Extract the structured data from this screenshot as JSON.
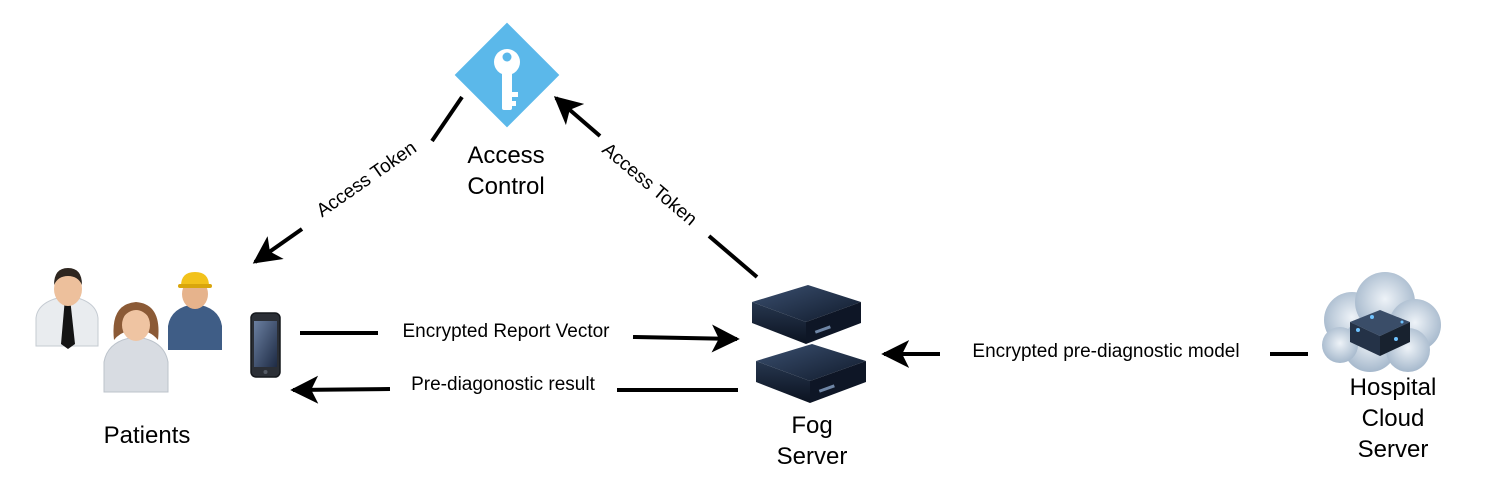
{
  "nodes": {
    "access_control": {
      "line1": "Access",
      "line2": "Control"
    },
    "patients": {
      "label": "Patients"
    },
    "fog_server": {
      "line1": "Fog",
      "line2": "Server"
    },
    "hospital_cloud": {
      "line1": "Hospital",
      "line2": "Cloud",
      "line3": "Server"
    }
  },
  "edges": {
    "token_to_patients": "Access Token",
    "token_from_fog": "Access Token",
    "report_vector": "Encrypted Report Vector",
    "result": "Pre-diagonostic result",
    "model": "Encrypted pre-diagnostic model"
  },
  "colors": {
    "access_control_diamond": "#5bb8ea",
    "server_dark": "#1c2a40",
    "arrow": "#000000"
  }
}
